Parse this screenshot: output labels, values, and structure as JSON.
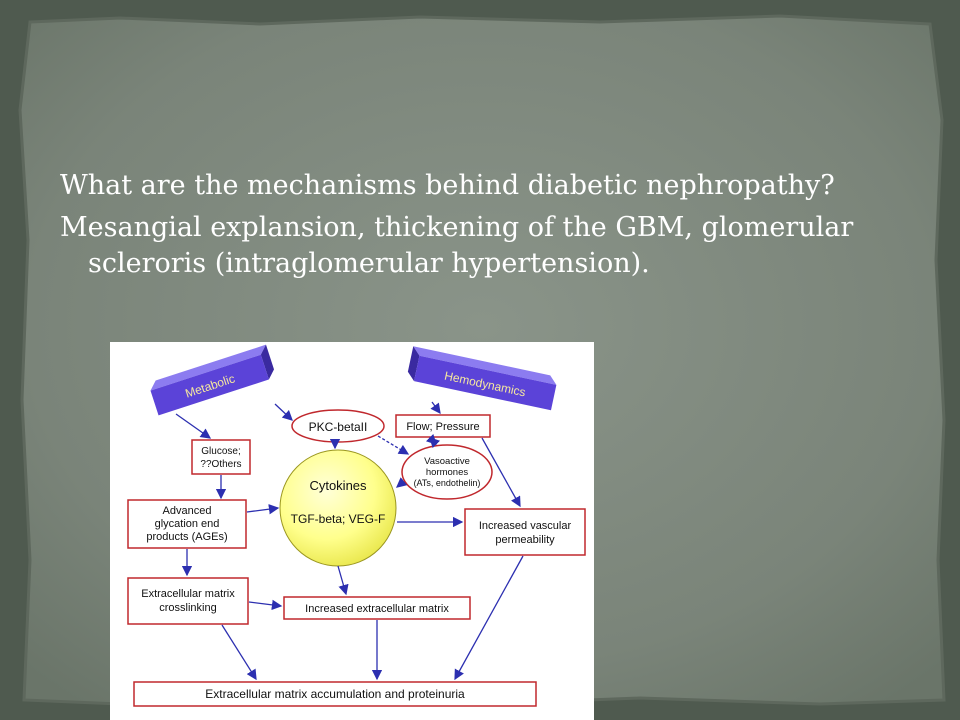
{
  "slide": {
    "question": "What are the mechanisms behind diabetic nephropathy?",
    "answer": "Mesangial explansion, thickening of the GBM, glomerular scleroris (intraglomerular hypertension)."
  },
  "diagram": {
    "metabolic_label": "Metabolic",
    "hemodynamics_label": "Hemodynamics",
    "pkc_label": "PKC-betaII",
    "flow_pressure_label": "Flow; Pressure",
    "glucose_line1": "Glucose;",
    "glucose_line2": "??Others",
    "vasoactive_line1": "Vasoactive",
    "vasoactive_line2": "hormones",
    "vasoactive_line3": "(ATs, endothelin)",
    "cytokines_label": "Cytokines",
    "cytokines_sub": "TGF-beta; VEG-F",
    "age_line1": "Advanced",
    "age_line2": "glycation end",
    "age_line3": "products (AGEs)",
    "permeability_line1": "Increased vascular",
    "permeability_line2": "permeability",
    "crosslink_line1": "Extracellular matrix",
    "crosslink_line2": "crosslinking",
    "increased_matrix_label": "Increased extracellular matrix",
    "accumulation_label": "Extracellular matrix accumulation and proteinuria"
  },
  "colors": {
    "background": "#4f5a4f",
    "paper": "#7a8479",
    "box_border": "#c0282d",
    "arrow": "#2c2fb0",
    "bar_purple": "#5b43d8",
    "cytokine_fill": "#ffff8c"
  }
}
